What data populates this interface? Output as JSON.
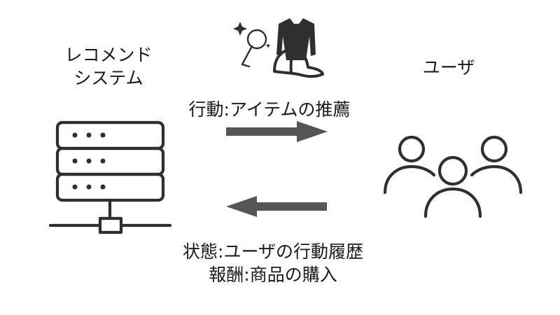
{
  "diagram": {
    "system_label_line1": "レコメンド",
    "system_label_line2": "システム",
    "user_label": "ユーザ",
    "action_label": "行動:アイテムの推薦",
    "state_label": "状態:ユーザの行動履歴",
    "reward_label": "報酬:商品の購入"
  },
  "icons": {
    "system": "server-icon",
    "user": "users-group-icon",
    "items": [
      "magic-mirror-icon",
      "sweater-icon",
      "cap-icon"
    ],
    "action_arrow": "arrow-right-icon",
    "feedback_arrow": "arrow-left-icon"
  },
  "colors": {
    "icon_stroke": "#2f2f2f",
    "arrow": "#555555",
    "text": "#1a1a1a"
  }
}
